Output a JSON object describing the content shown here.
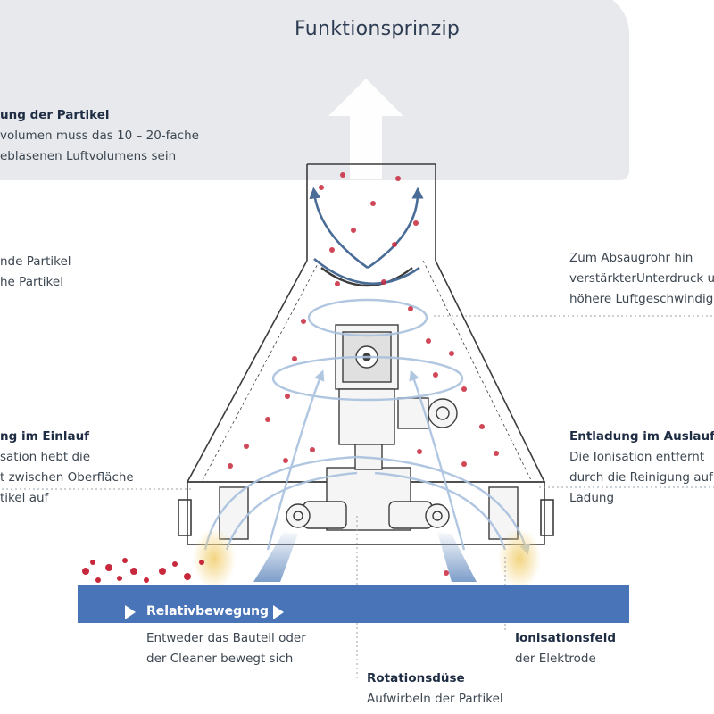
{
  "title": "Funktionsprinzip",
  "labels": {
    "absaugung": {
      "heading": "ung der Partikel",
      "lines": [
        "volumen muss das 10 – 20-fache",
        "eblasenen Luftvolumens sein"
      ]
    },
    "partikel": {
      "lines": [
        "nde Partikel",
        "he Partikel"
      ]
    },
    "absaugrohr": {
      "lines": [
        "Zum Absaugrohr hin",
        "verstärkterUnterdruck u",
        "höhere Luftgeschwindig"
      ]
    },
    "einlauf": {
      "heading": "ng im Einlauf",
      "lines": [
        "sation hebt die",
        "t zwischen Oberfläche",
        "tikel auf"
      ]
    },
    "auslauf": {
      "heading": "Entladung im Auslauf",
      "lines": [
        "Die Ionisation entfernt",
        "durch die Reinigung auf",
        "Ladung"
      ]
    },
    "relativ": {
      "band_label": "Relativbewegung",
      "lines": [
        "Entweder das Bauteil oder",
        "der Cleaner bewegt sich"
      ]
    },
    "ionisationsfeld": {
      "heading": "Ionisationsfeld",
      "lines": [
        "der Elektrode"
      ]
    },
    "rotationsduese": {
      "heading": "Rotationsdüse",
      "lines": [
        "Aufwirbeln der Partikel"
      ]
    }
  },
  "colors": {
    "panel": "#e7e9ec",
    "band": "#4a74b8",
    "flow": "#4a6d98",
    "particle": "#c8283c",
    "glow": "#f2d27a",
    "outline": "#3c3c3c"
  }
}
